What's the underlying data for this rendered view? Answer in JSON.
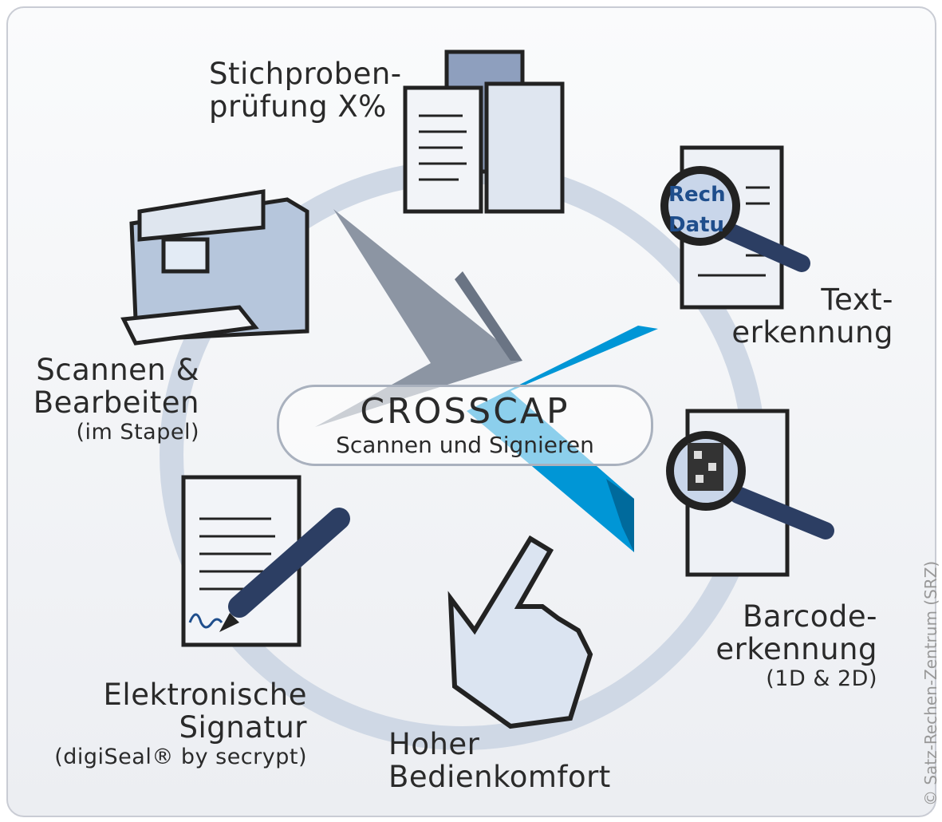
{
  "center": {
    "title": "CROSSCAP",
    "subtitle": "Scannen und Signieren"
  },
  "steps": [
    {
      "line1": "Stichproben-",
      "line2": "prüfung X%"
    },
    {
      "line1": "Text-",
      "line2": "erkennung"
    },
    {
      "line1": "Barcode-",
      "line2": "erkennung",
      "note": "(1D & 2D)"
    },
    {
      "line1": "Hoher",
      "line2": "Bedienkomfort"
    },
    {
      "line1": "Elektronische",
      "line2": "Signatur",
      "note": "(digiSeal® by secrypt)"
    },
    {
      "line1": "Scannen &",
      "line2": "Bearbeiten",
      "note": "(im Stapel)"
    }
  ],
  "magnifier_text": {
    "line1": "Rech",
    "line2": "Datu"
  },
  "copyright": "© Satz-Rechen-Zentrum (SRZ)",
  "colors": {
    "ring": "#cfd8e5",
    "gray_arrow": "#8c95a3",
    "blue_arrow": "#0096d6",
    "ink": "#2a2a2a"
  }
}
